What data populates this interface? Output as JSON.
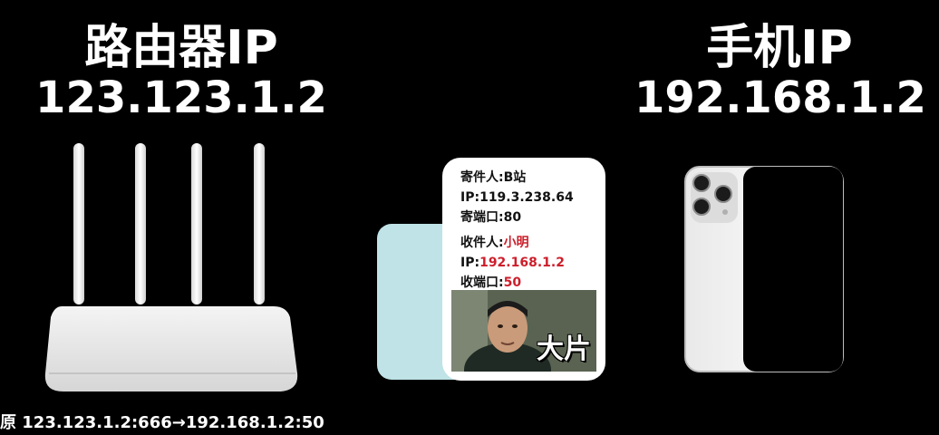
{
  "router": {
    "title": "路由器IP",
    "ip": "123.123.1.2"
  },
  "phone": {
    "title": "手机IP",
    "ip": "192.168.1.2"
  },
  "packet": {
    "sender_label": "寄件人:",
    "sender_value": "B站",
    "sender_ip_label": "IP:",
    "sender_ip_value": "119.3.238.64",
    "sender_port_label": "寄端口:",
    "sender_port_value": "80",
    "receiver_label": "收件人:",
    "receiver_value": "小明",
    "receiver_ip_label": "IP:",
    "receiver_ip_value": "192.168.1.2",
    "receiver_port_label": "收端口:",
    "receiver_port_value": "50",
    "image_caption": "大片"
  },
  "caption": "原 123.123.1.2:666→192.168.1.2:50",
  "colors": {
    "background": "#000000",
    "highlight_red": "#cc1f2b",
    "envelope": "#bfe3e6"
  }
}
